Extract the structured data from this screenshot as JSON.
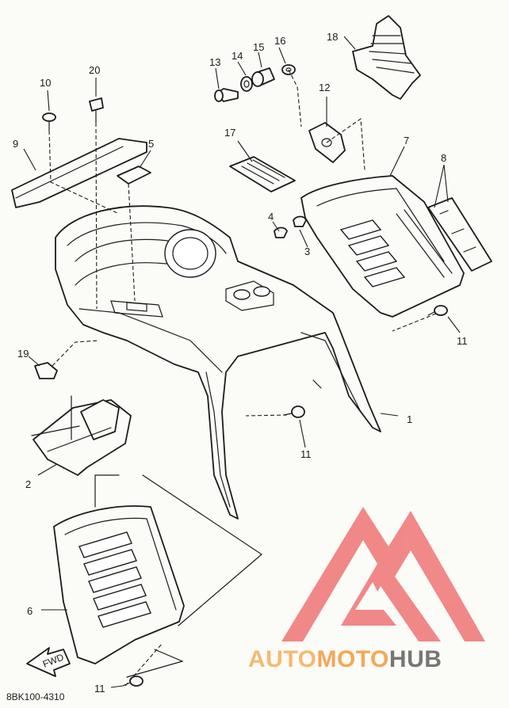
{
  "diagram": {
    "drawing_code": "8BK100-4310",
    "fwd_label": "FWD",
    "callouts": [
      "1",
      "2",
      "3",
      "4",
      "5",
      "6",
      "7",
      "8",
      "9",
      "10",
      "11",
      "11",
      "11",
      "12",
      "13",
      "14",
      "15",
      "16",
      "17",
      "18",
      "19",
      "20"
    ]
  },
  "watermark": {
    "word_part1": "AUTO",
    "word_part2": "MOTO",
    "word_part3": "HUB",
    "colors": {
      "logo": "#f07f7f",
      "auto": "#f5b466",
      "moto": "#f4a04a",
      "hub": "#6b6b6b"
    }
  }
}
